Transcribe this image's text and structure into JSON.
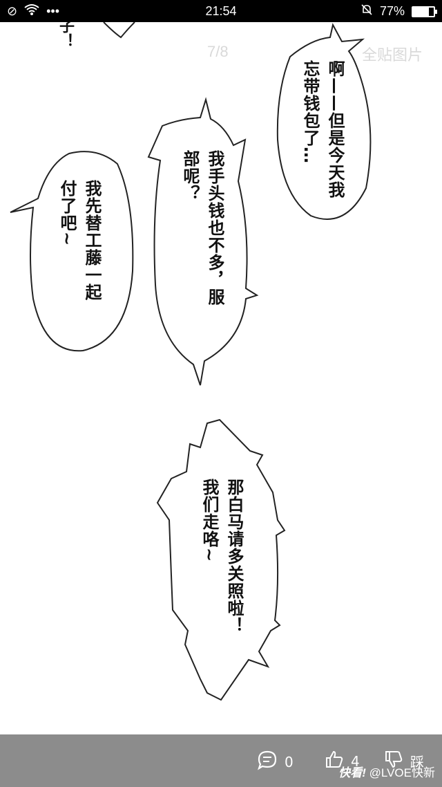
{
  "status_bar": {
    "time": "21:54",
    "battery": "77%",
    "battery_level": 0.77,
    "icons": [
      "no-sim-icon",
      "wifi-icon",
      "more-dots-icon",
      "mute-bell-icon",
      "battery-icon"
    ]
  },
  "viewer": {
    "page_counter": "7/8",
    "all_images_label": "全贴图片",
    "top_fragment": "子！",
    "bubbles": [
      {
        "col1": "啊——但是今天我",
        "col2": "忘带钱包了…"
      },
      {
        "col1": "我手头钱也不多，服",
        "col2": "部呢？"
      },
      {
        "col1": "我先替工藤一起",
        "col2": "付了吧~"
      },
      {
        "col1": "那白马请多关照啦！",
        "col2": "我们走咯~"
      }
    ]
  },
  "bottom_bar": {
    "comment_count": "0",
    "like_count": "4",
    "dislike_label": "踩",
    "watermark_brand": "快看!",
    "watermark_user": "@LVOE快新"
  }
}
